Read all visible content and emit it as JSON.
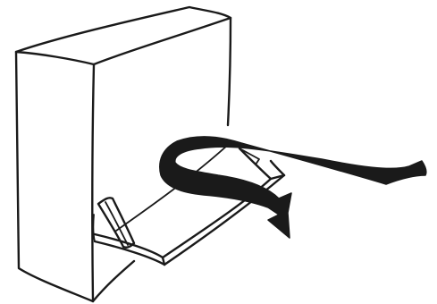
{
  "diagram": {
    "style": "hand-drawn sketch",
    "ink_color": "#1a1a1a",
    "background_color": "#ffffff",
    "objects": [
      {
        "id": "box",
        "shape": "box",
        "icon": "box-icon"
      },
      {
        "id": "flap",
        "shape": "open hinged flap",
        "icon": "flap-icon"
      },
      {
        "id": "prop",
        "shape": "prop stick",
        "icon": "prop-icon"
      },
      {
        "id": "arrow",
        "shape": "curving arrow",
        "icon": "arrow-icon"
      }
    ]
  }
}
